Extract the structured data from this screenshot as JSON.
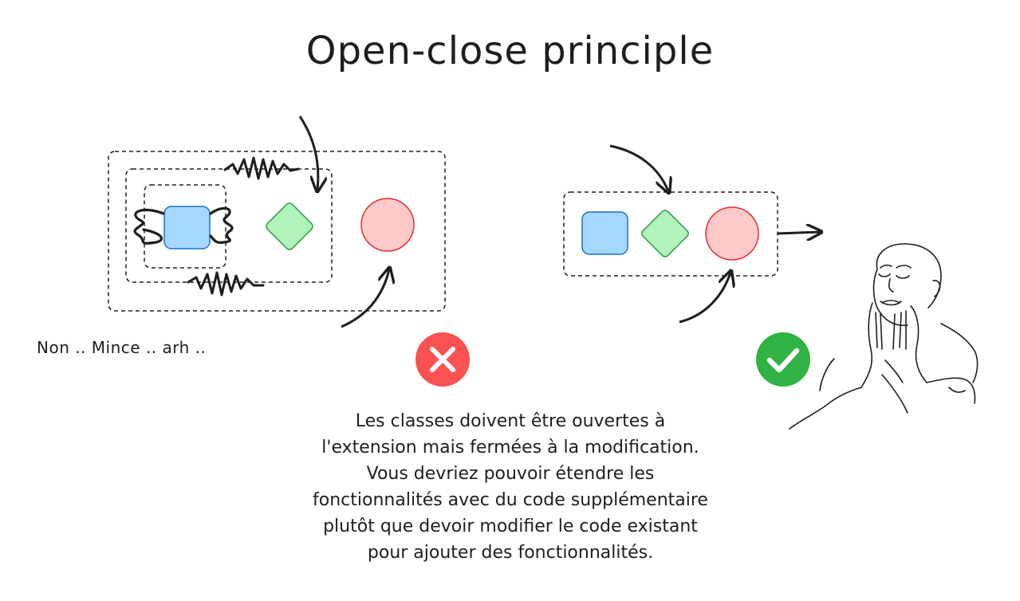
{
  "title": "Open-close principle",
  "left_caption": "Non .. Mince .. arh ..",
  "description_lines": [
    "Les classes doivent être ouvertes à",
    "l'extension mais fermées à la modification.",
    "Vous devriez pouvoir étendre les",
    "fonctionnalités avec du code supplémentaire",
    "plutôt que devoir modifier le code existant",
    "pour ajouter des fonctionnalités."
  ],
  "colors": {
    "blue_fill": "#a5d8ff",
    "blue_stroke": "#1971c2",
    "green_fill": "#b2f2bb",
    "green_stroke": "#2f9e44",
    "pink_fill": "#ffc9c9",
    "pink_stroke": "#e03131",
    "bad_badge": "#fa5252",
    "good_badge": "#2fb344"
  },
  "icons": {
    "bad": "cross-icon",
    "good": "check-icon",
    "person": "relieved-person-icon"
  }
}
